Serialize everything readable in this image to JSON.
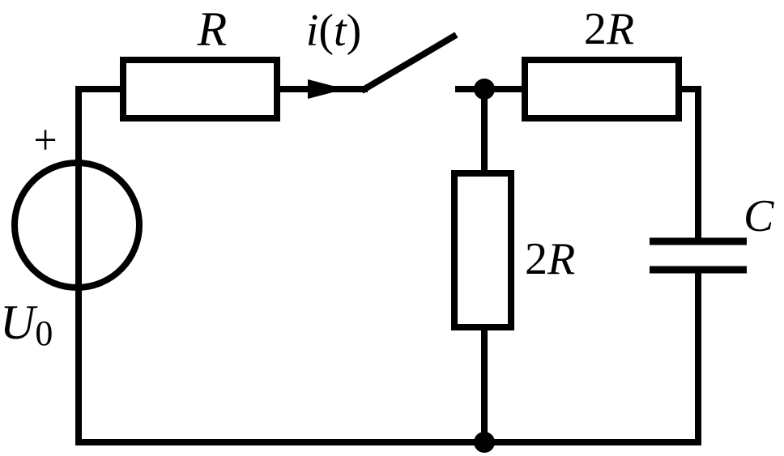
{
  "circuit": {
    "source": {
      "plus": "+",
      "name": "U",
      "subscript": "0"
    },
    "r_series": {
      "label": "R"
    },
    "current": {
      "name": "i",
      "arg_open": "(",
      "arg": "t",
      "arg_close": ")"
    },
    "r_shunt": {
      "coef": "2",
      "sym": "R"
    },
    "r_top": {
      "coef": "2",
      "sym": "R"
    },
    "capacitor": {
      "label": "C"
    }
  }
}
